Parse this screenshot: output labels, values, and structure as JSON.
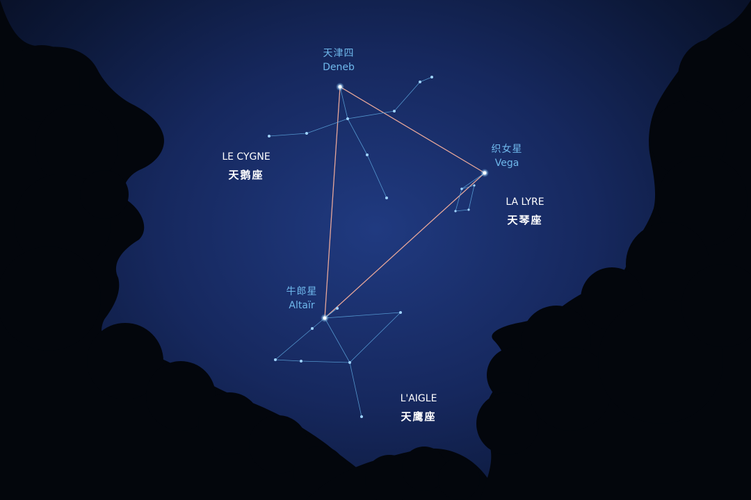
{
  "colors": {
    "sky_center": "#203a80",
    "constellation_line": "#5fa9e0",
    "triangle_line": "#e8a79a",
    "star_label": "#6fb8ec",
    "tree_silhouette": "#03060c"
  },
  "stars": {
    "deneb": {
      "cn": "天津四",
      "en": "Deneb"
    },
    "vega": {
      "cn": "织女星",
      "en": "Vega"
    },
    "altair": {
      "cn": "牛郎星",
      "en": "Altaïr"
    }
  },
  "constellations": {
    "cygnus": {
      "fr": "LE CYGNE",
      "cn": "天鹅座"
    },
    "lyra": {
      "fr": "LA LYRE",
      "cn": "天琴座"
    },
    "aquila": {
      "fr": "L'AIGLE",
      "cn": "天鹰座"
    }
  },
  "icons": [
    "star-icon",
    "tree-silhouette"
  ]
}
